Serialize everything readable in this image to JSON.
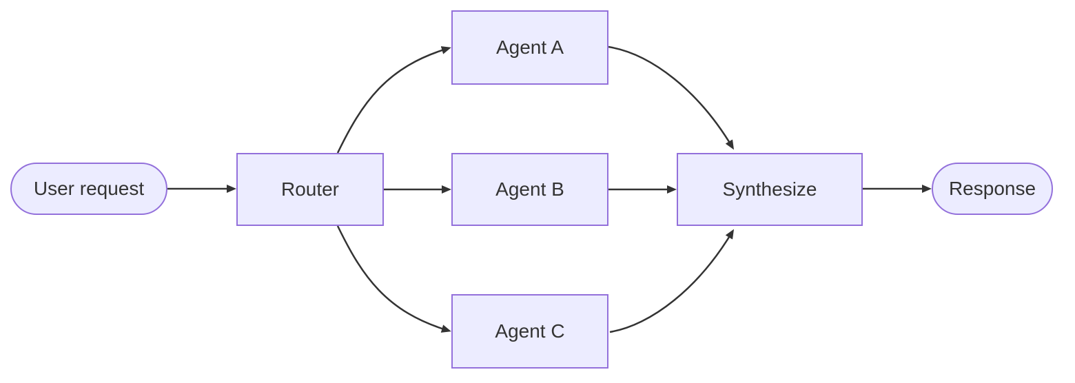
{
  "diagram": {
    "type": "flowchart",
    "direction": "left-to-right",
    "nodes": [
      {
        "id": "user_request",
        "label": "User request",
        "shape": "stadium"
      },
      {
        "id": "router",
        "label": "Router",
        "shape": "rectangle"
      },
      {
        "id": "agent_a",
        "label": "Agent A",
        "shape": "rectangle"
      },
      {
        "id": "agent_b",
        "label": "Agent B",
        "shape": "rectangle"
      },
      {
        "id": "agent_c",
        "label": "Agent C",
        "shape": "rectangle"
      },
      {
        "id": "synthesize",
        "label": "Synthesize",
        "shape": "rectangle"
      },
      {
        "id": "response",
        "label": "Response",
        "shape": "stadium"
      }
    ],
    "edges": [
      {
        "from": "user_request",
        "to": "router"
      },
      {
        "from": "router",
        "to": "agent_a"
      },
      {
        "from": "router",
        "to": "agent_b"
      },
      {
        "from": "router",
        "to": "agent_c"
      },
      {
        "from": "agent_a",
        "to": "synthesize"
      },
      {
        "from": "agent_b",
        "to": "synthesize"
      },
      {
        "from": "agent_c",
        "to": "synthesize"
      },
      {
        "from": "synthesize",
        "to": "response"
      }
    ],
    "colors": {
      "background": "#FFFFFF",
      "node_fill": "#ECECFF",
      "node_border": "#9370DB",
      "node_text": "#333333",
      "edge": "#333333"
    }
  }
}
